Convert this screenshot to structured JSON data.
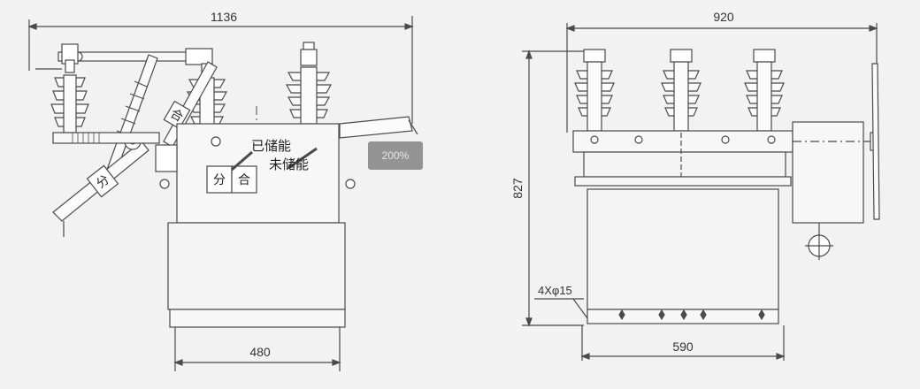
{
  "side_view": {
    "overall_width": "1136",
    "base_width": "480",
    "labels": {
      "stored_energy": "已储能",
      "not_stored_energy": "未储能",
      "open": "分",
      "close": "合",
      "open_arm": "分",
      "close_arm": "合"
    }
  },
  "front_view": {
    "overall_width": "920",
    "overall_height": "827",
    "base_width": "590",
    "holes": "4Xφ15"
  },
  "zoom_badge": "200%",
  "colors": {
    "line": "#4a4a4a",
    "stored_energy": "#e21b1b",
    "not_stored_energy": "#27a83a",
    "badge": "#8a8a8a"
  }
}
